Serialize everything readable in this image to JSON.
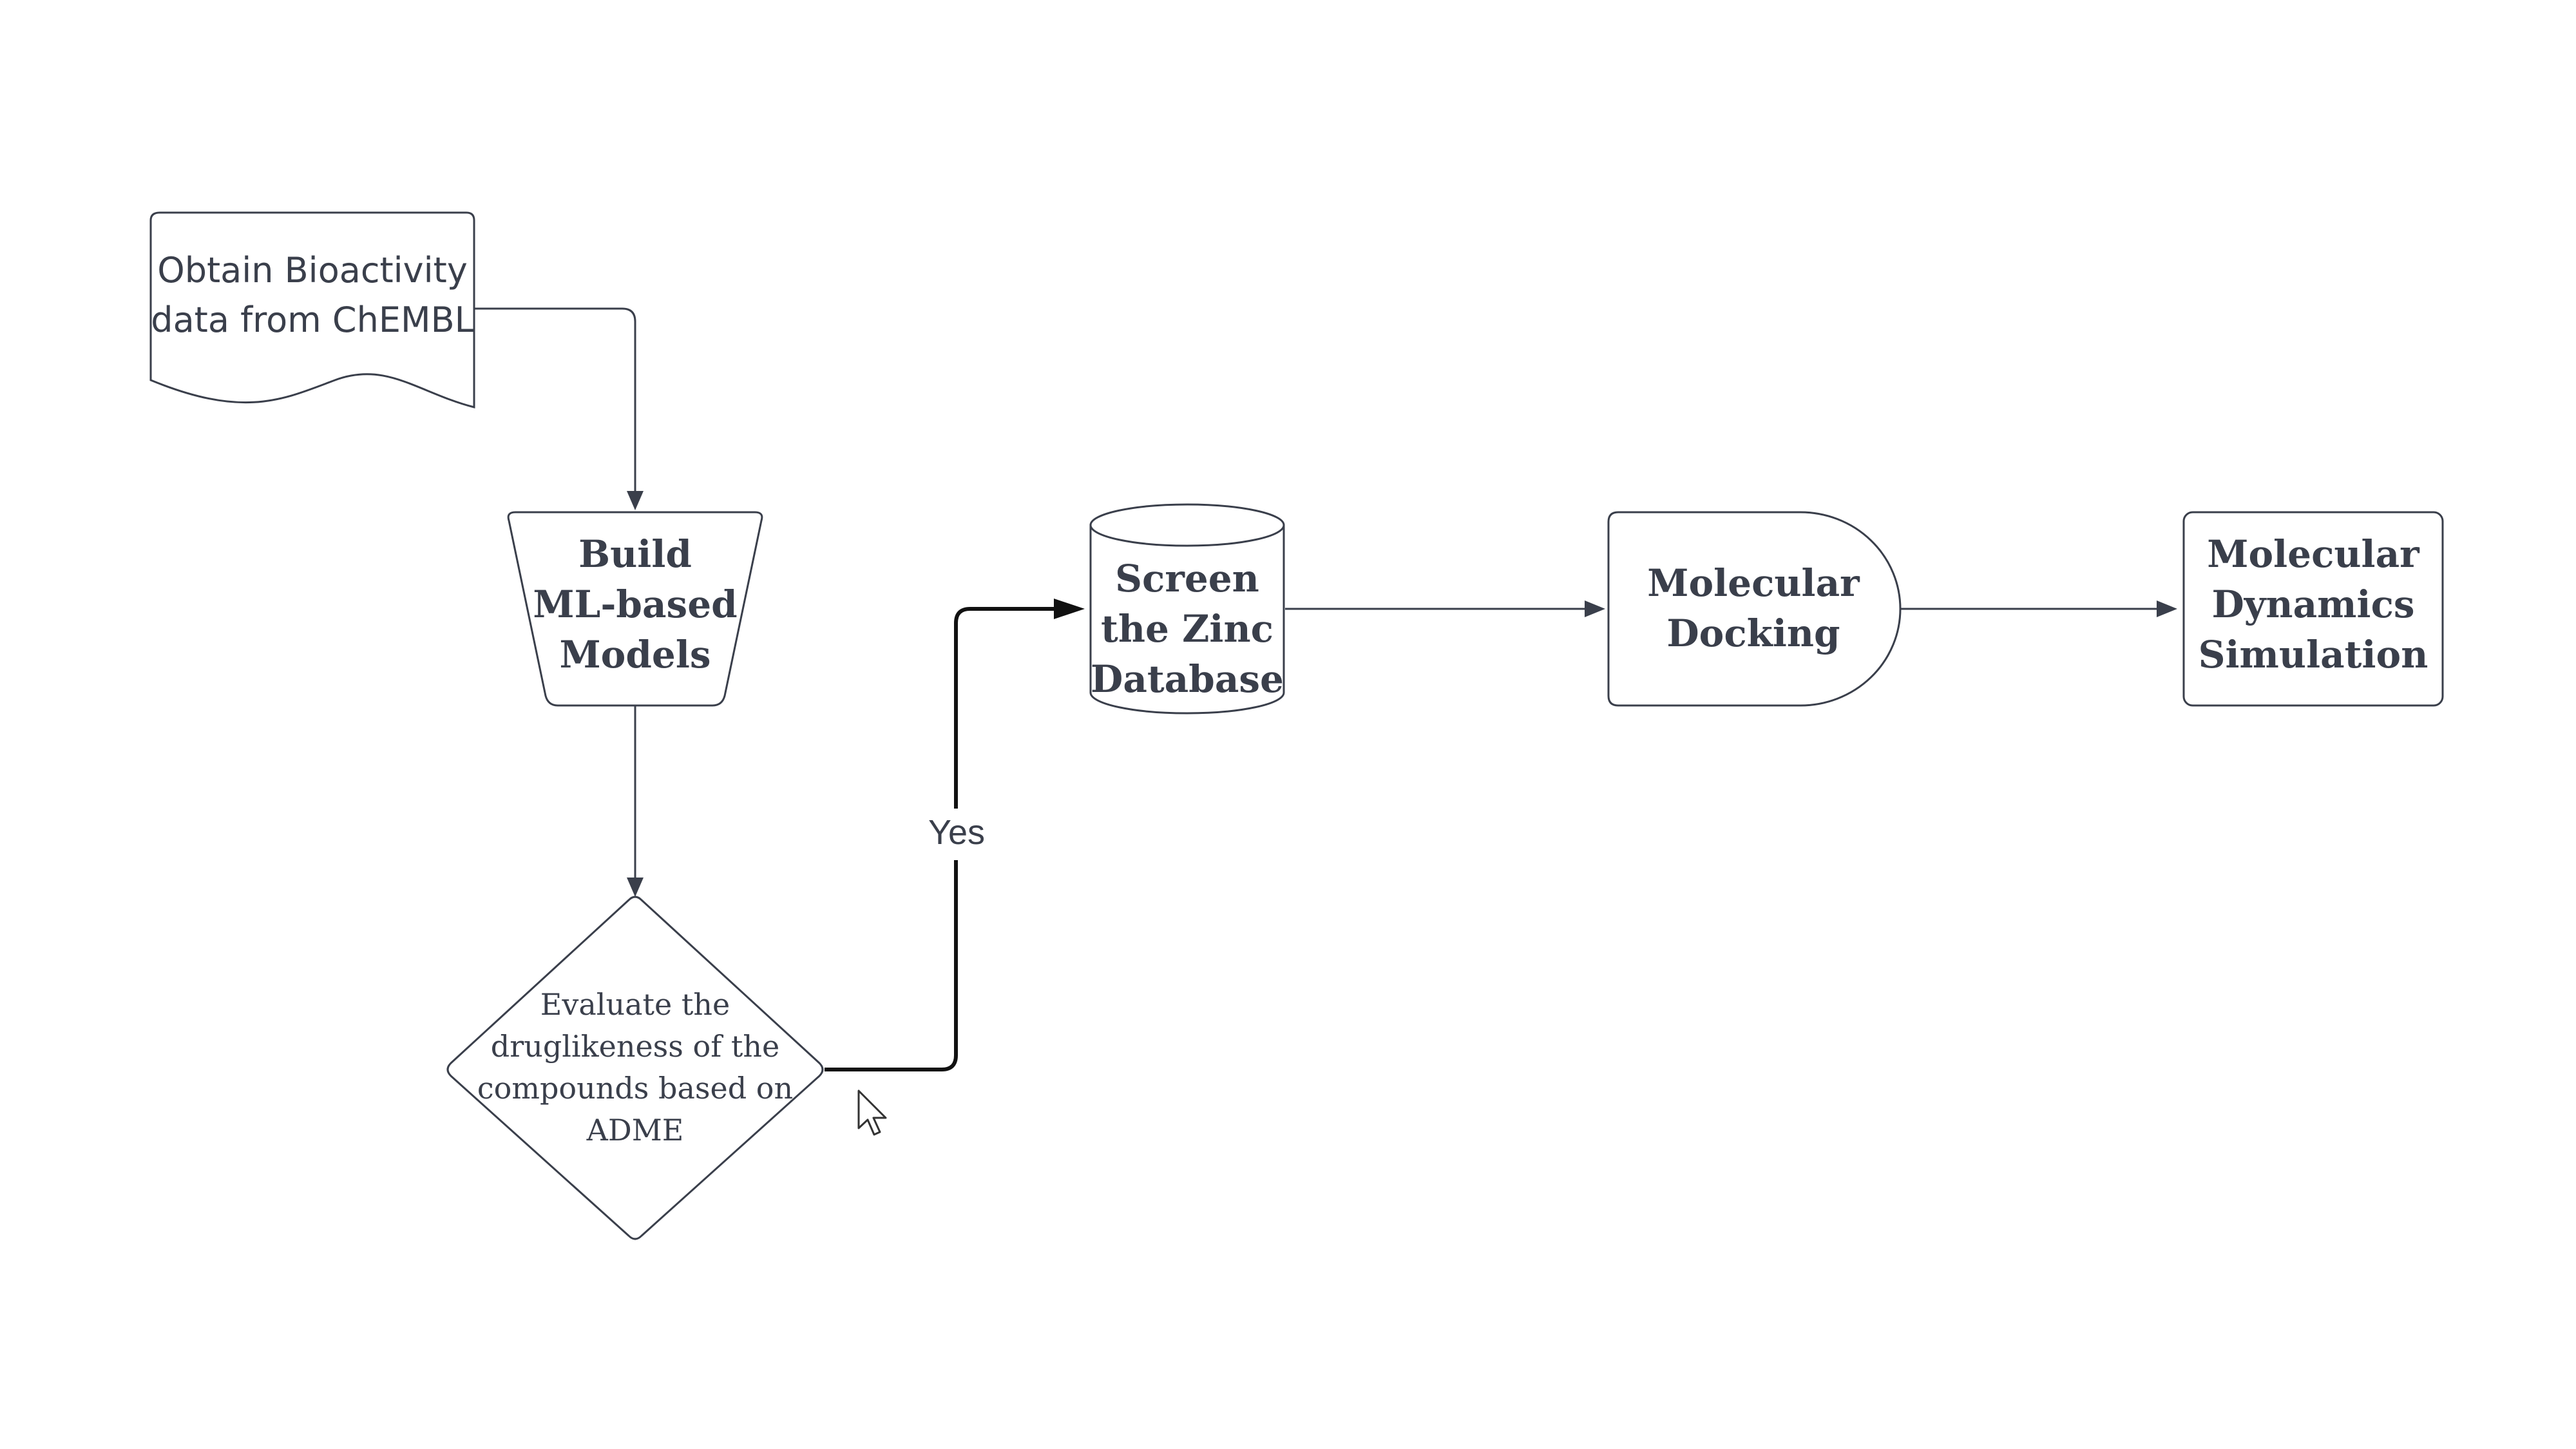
{
  "nodes": {
    "obtain": {
      "shape": "document",
      "lines": [
        "Obtain Bioactivity",
        "data from ChEMBL"
      ]
    },
    "build": {
      "shape": "trapezoid",
      "lines": [
        "Build",
        "ML-based",
        "Models"
      ]
    },
    "evaluate": {
      "shape": "decision",
      "lines": [
        "Evaluate the",
        "druglikeness of the",
        "compounds based on",
        "ADME"
      ]
    },
    "screen": {
      "shape": "database",
      "lines": [
        "Screen",
        "the Zinc",
        "Database"
      ]
    },
    "docking": {
      "shape": "delay",
      "lines": [
        "Molecular",
        "Docking"
      ]
    },
    "dynamics": {
      "shape": "process",
      "lines": [
        "Molecular",
        "Dynamics",
        "Simulation"
      ]
    }
  },
  "edges": [
    {
      "from": "obtain",
      "to": "build",
      "label": ""
    },
    {
      "from": "build",
      "to": "evaluate",
      "label": ""
    },
    {
      "from": "evaluate",
      "to": "screen",
      "label": "Yes"
    },
    {
      "from": "screen",
      "to": "docking",
      "label": ""
    },
    {
      "from": "docking",
      "to": "dynamics",
      "label": ""
    }
  ],
  "colors": {
    "stroke": "#3a3f4b",
    "selected_edge": "#111111",
    "background": "#ffffff"
  },
  "cursor": {
    "icon": "mouse-pointer-icon"
  }
}
